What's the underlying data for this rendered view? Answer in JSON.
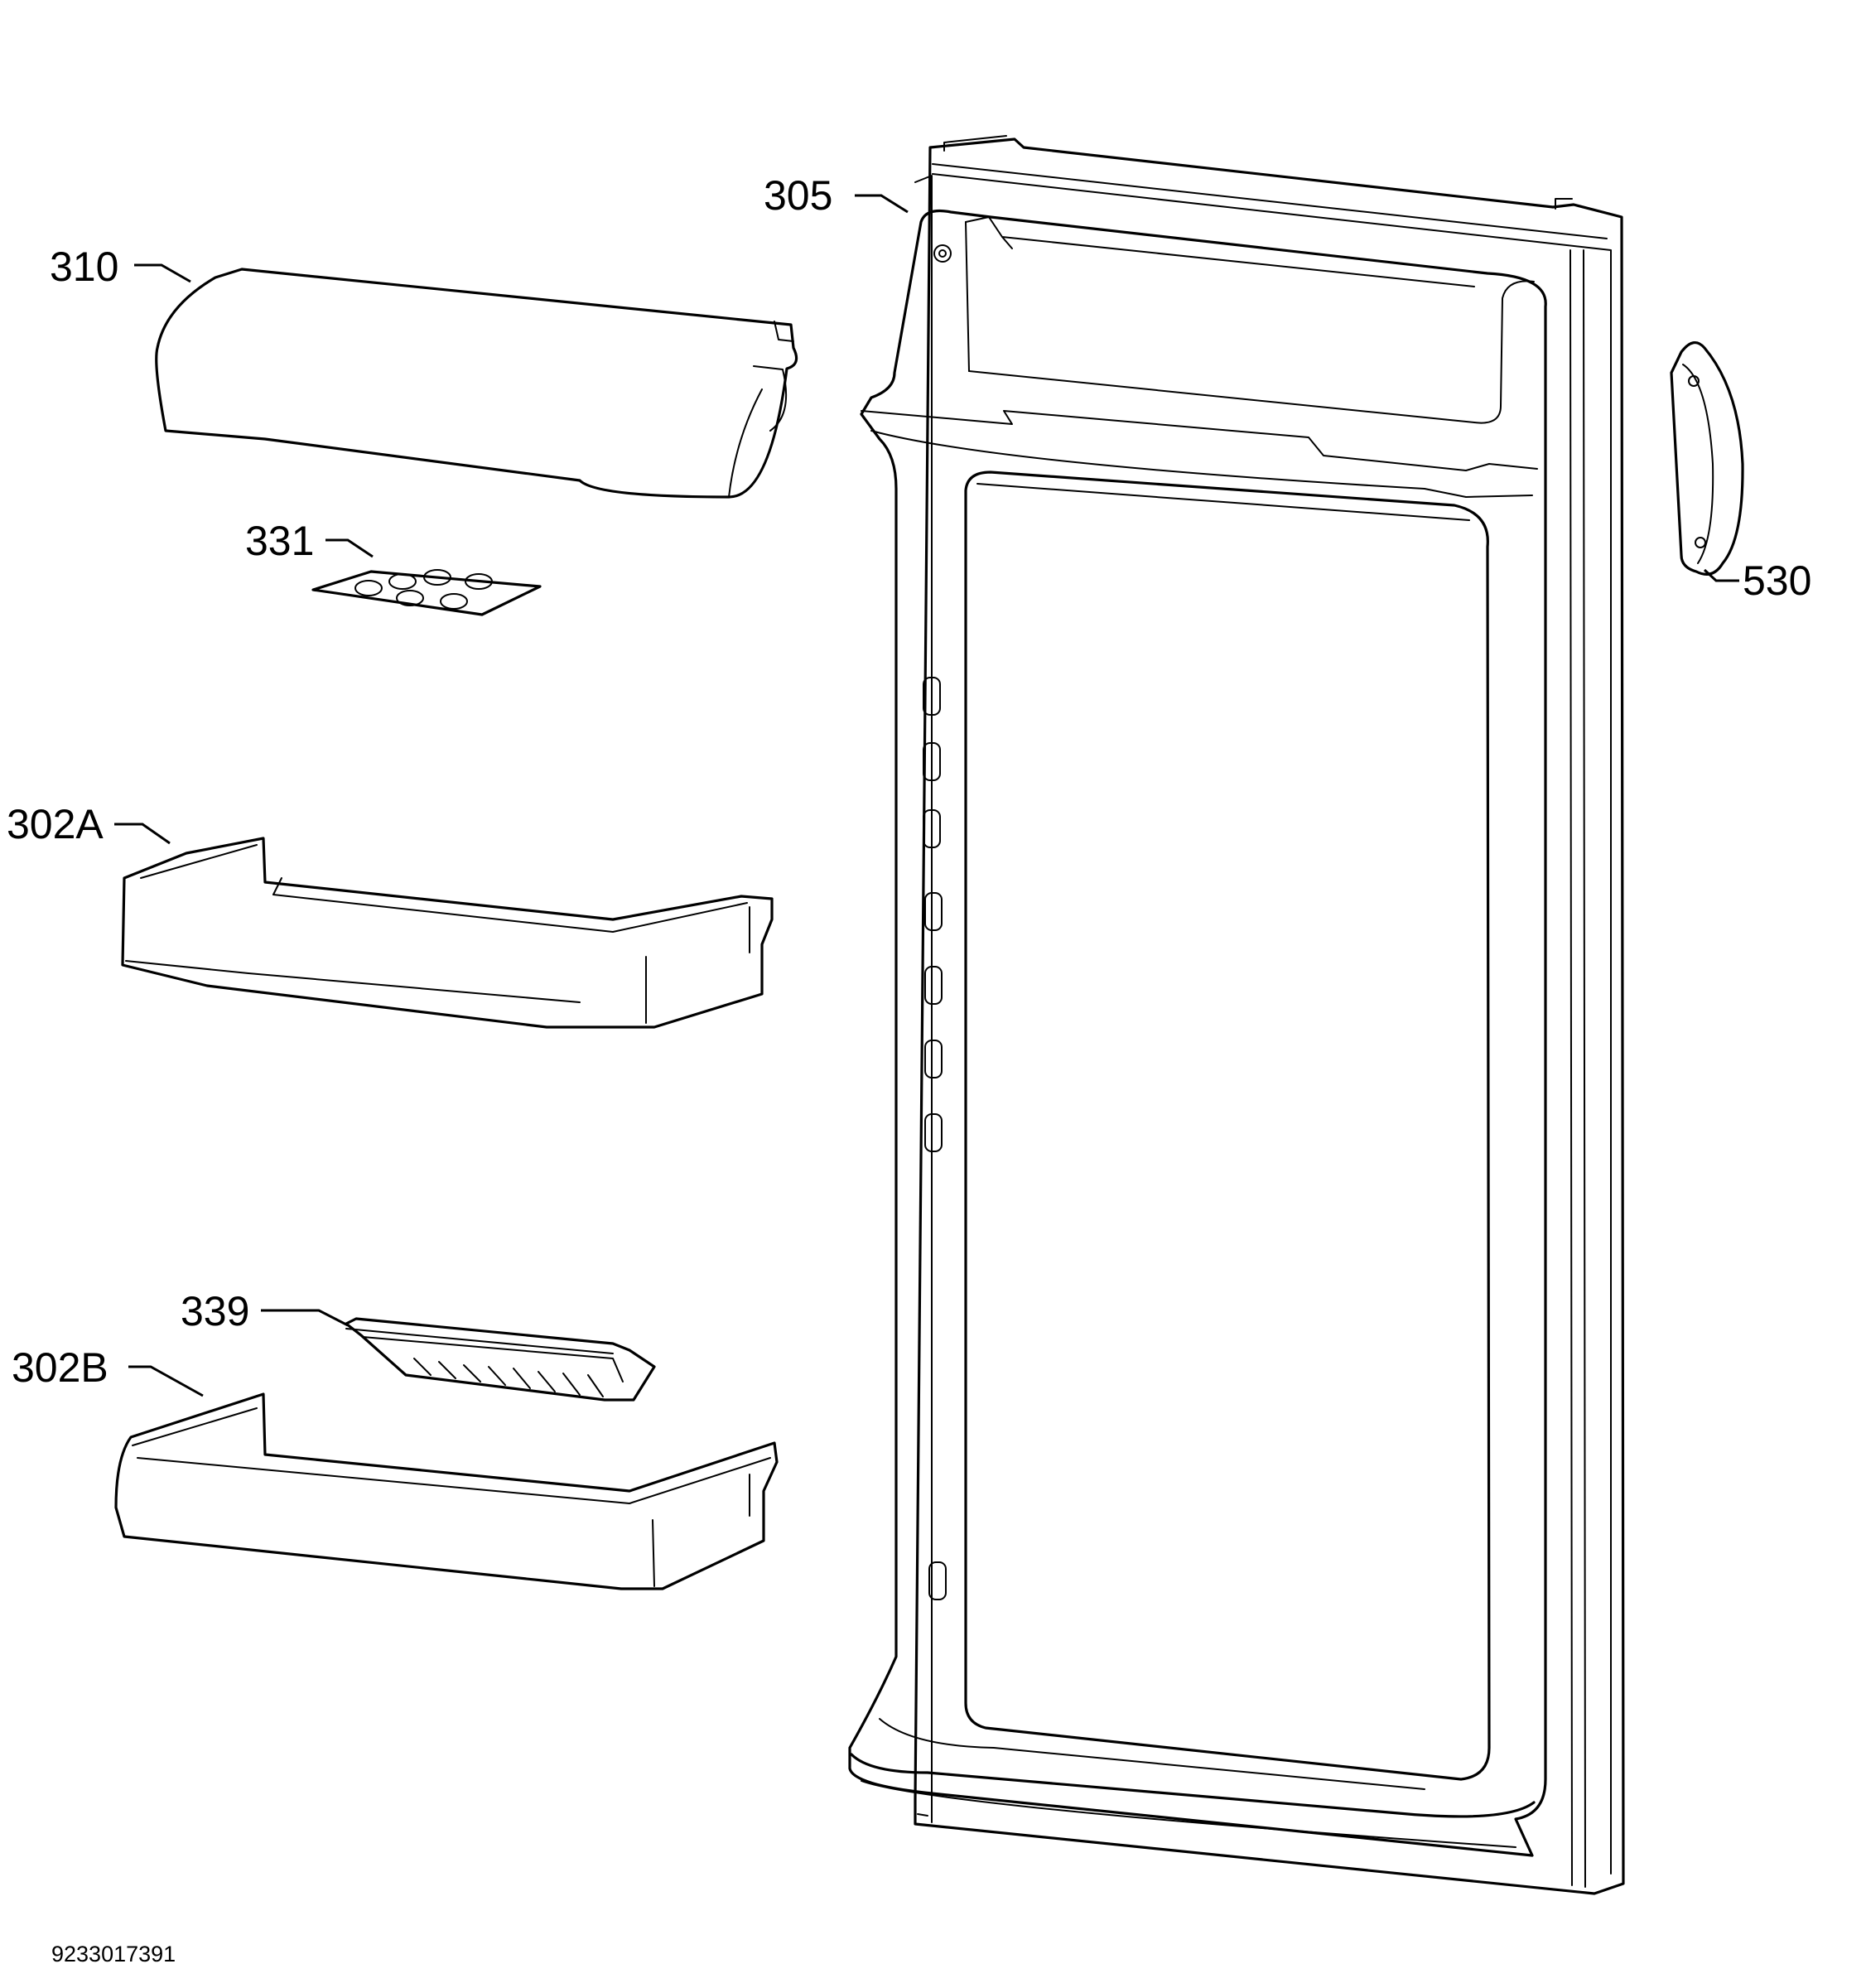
{
  "labels": {
    "p305": "305",
    "p310": "310",
    "p331": "331",
    "p302a": "302A",
    "p339": "339",
    "p302b": "302B",
    "p530": "530"
  },
  "document_number": "9233017391"
}
